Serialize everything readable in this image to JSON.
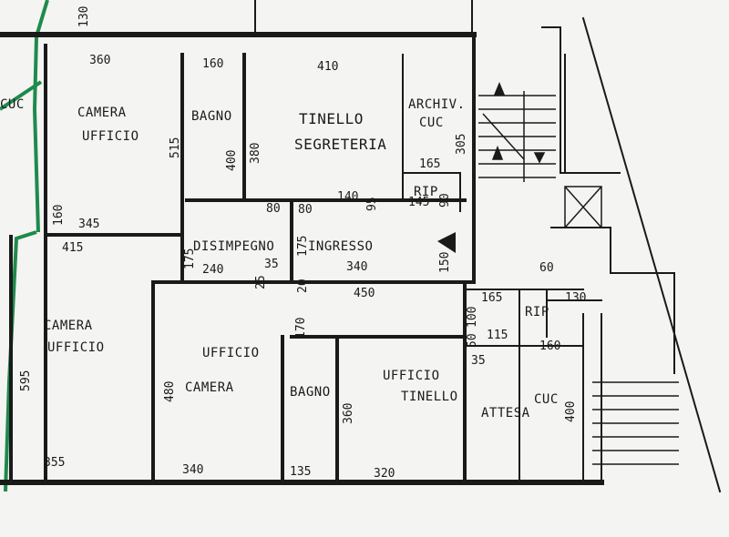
{
  "colors": {
    "background": "#f4f4f2",
    "ink": "#1a1a1a",
    "boundary": "#1e8a4c"
  },
  "rooms": [
    {
      "lines": [
        "CAMERA",
        "UFFICIO"
      ]
    },
    {
      "lines": [
        "BAGNO"
      ]
    },
    {
      "lines": [
        "TINELLO",
        "SEGRETERIA"
      ]
    },
    {
      "lines": [
        "ARCHIV.",
        "CUC"
      ]
    },
    {
      "lines": [
        "CUC"
      ]
    },
    {
      "lines": [
        "DISIMPEGNO"
      ]
    },
    {
      "lines": [
        "INGRESSO"
      ]
    },
    {
      "lines": [
        "RIP"
      ]
    },
    {
      "lines": [
        "CAMERA",
        "UFFICIO"
      ]
    },
    {
      "lines": [
        "UFFICIO",
        "CAMERA"
      ]
    },
    {
      "lines": [
        "BAGNO"
      ]
    },
    {
      "lines": [
        "UFFICIO",
        "TINELLO"
      ]
    },
    {
      "lines": [
        "ATTESA"
      ]
    },
    {
      "lines": [
        "CUC"
      ]
    },
    {
      "lines": [
        "RIP"
      ]
    }
  ],
  "dimensions": [
    "360",
    "160",
    "410",
    "515",
    "400",
    "380",
    "305",
    "165",
    "140",
    "145",
    "90",
    "95",
    "80",
    "80",
    "160",
    "345",
    "415",
    "175",
    "175",
    "240",
    "35",
    "25",
    "20",
    "340",
    "150",
    "60",
    "450",
    "165",
    "130",
    "170",
    "100",
    "115",
    "160",
    "50",
    "35",
    "480",
    "360",
    "400",
    "595",
    "355",
    "340",
    "135",
    "320",
    "130"
  ]
}
